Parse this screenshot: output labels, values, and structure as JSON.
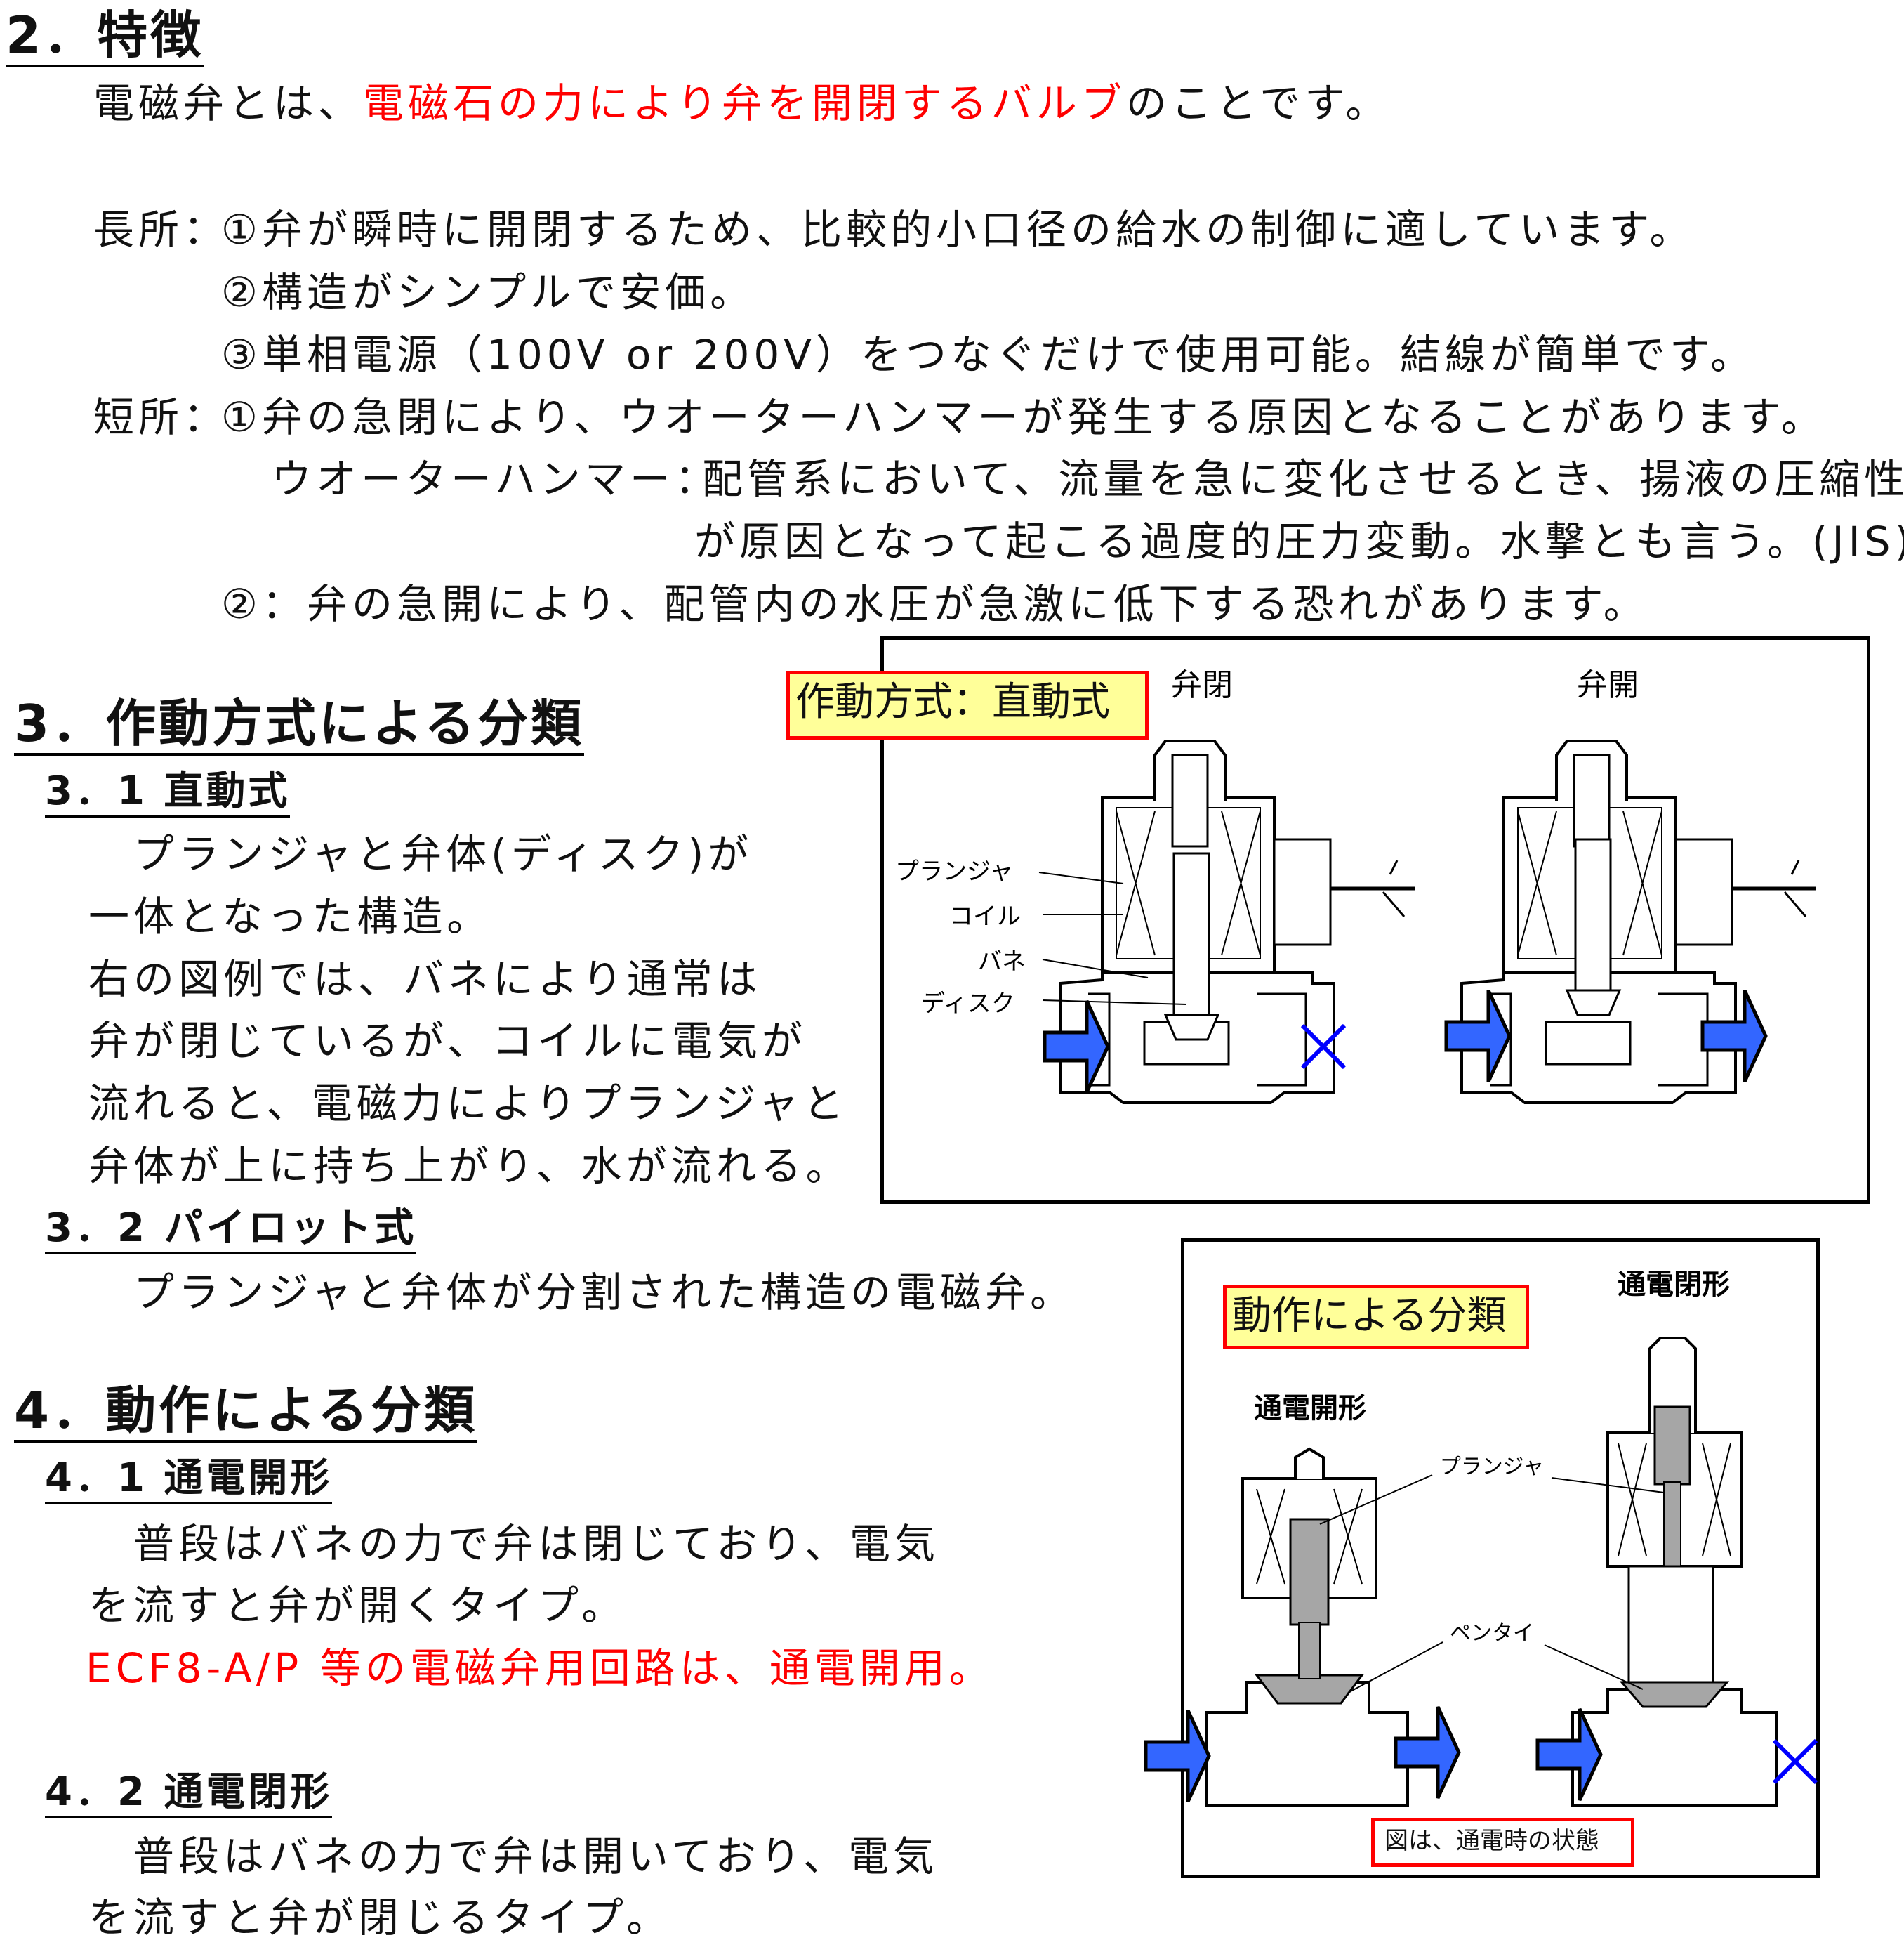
{
  "section2": {
    "heading": "2．特徴",
    "intro_pre": "電磁弁とは、",
    "intro_red": "電磁石の力により弁を開閉するバルブ",
    "intro_post": "のことです。",
    "pros_label": "長所：",
    "pros": [
      "①弁が瞬時に開閉するため、比較的小口径の給水の制御に適しています。",
      "②構造がシンプルで安価。",
      "③単相電源（100V or 200V）をつなぐだけで使用可能。結線が簡単です。"
    ],
    "cons_label": "短所：",
    "cons1": "①弁の急閉により、ウオーターハンマーが発生する原因となることがあります。",
    "wh_term": "ウオーターハンマー：",
    "wh_def1": "配管系において、流量を急に変化させるとき、揚液の圧縮性",
    "wh_def2": "が原因となって起こる過度的圧力変動。水撃とも言う。(JIS)",
    "cons2": "②：弁の急開により、配管内の水圧が急激に低下する恐れがあります。"
  },
  "section3": {
    "heading": "3．作動方式による分類",
    "s31_heading": "3．1 直動式",
    "s31_lines": [
      "プランジャと弁体(ディスク)が",
      "一体となった構造。",
      "右の図例では、バネにより通常は",
      "弁が閉じているが、コイルに電気が",
      "流れると、電磁力によりプランジャと",
      "弁体が上に持ち上がり、水が流れる。"
    ],
    "s32_heading": "3．2 パイロット式",
    "s32_line": "プランジャと弁体が分割された構造の電磁弁。"
  },
  "section4": {
    "heading": "4．動作による分類",
    "s41_heading": "4．1 通電開形",
    "s41_lines": [
      "普段はバネの力で弁は閉じており、電気",
      "を流すと弁が開くタイプ。"
    ],
    "s41_note": "ECF8-A/P 等の電磁弁用回路は、通電開用。",
    "s42_heading": "4．2 通電閉形",
    "s42_lines": [
      "普段はバネの力で弁は開いており、電気",
      "を流すと弁が閉じるタイプ。"
    ]
  },
  "figure1": {
    "tag": "作動方式：直動式",
    "left_title": "弁閉",
    "right_title": "弁開",
    "labels": {
      "plunger": "プランジャ",
      "coil": "コイル",
      "spring": "バネ",
      "disc": "ディスク"
    }
  },
  "figure2": {
    "tag": "動作による分類",
    "left_title": "通電開形",
    "right_title": "通電閉形",
    "labels": {
      "plunger": "プランジャ",
      "pentai": "ペンタイ"
    },
    "caption": "図は、通電時の状態"
  },
  "colors": {
    "accent_red": "#ff0000",
    "tag_bg": "#ffff99",
    "arrow_blue": "#3366ff",
    "cross_blue": "#0000ff"
  }
}
